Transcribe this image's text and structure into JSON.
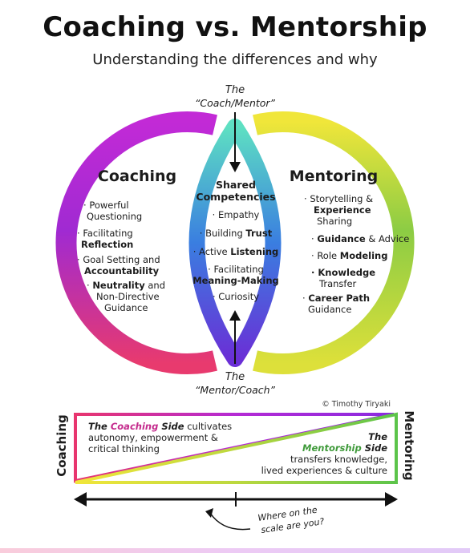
{
  "title": "Coaching vs. Mentorship",
  "subtitle": "Understanding the differences and why",
  "top_label": {
    "line1": "The",
    "line2": "“Coach/Mentor”"
  },
  "bottom_label": {
    "line1": "The",
    "line2": "“Mentor/Coach”"
  },
  "coaching": {
    "heading": "Coaching",
    "items": {
      "i1a": "Powerful",
      "i1b": "Questioning",
      "i2a": "Facilitating",
      "i2b": "Reflection",
      "i3a": "Goal Setting and",
      "i3b": "Accountability",
      "i4a1": "Neutrality",
      "i4a2": " and",
      "i4b": "Non-Directive",
      "i4c": "Guidance"
    }
  },
  "shared": {
    "heading_line1": "Shared",
    "heading_line2": "Competencies",
    "items": {
      "s1": "Empathy",
      "s2a": "Building ",
      "s2b": "Trust",
      "s3a": "Active ",
      "s3b": "Listening",
      "s4a": "Facilitating",
      "s4b": "Meaning-Making",
      "s5": "Curiosity"
    }
  },
  "mentoring": {
    "heading": "Mentoring",
    "items": {
      "m1a": "Storytelling &",
      "m1b": "Experience",
      "m1c": "Sharing",
      "m2a": "Guidance",
      "m2b": " & Advice",
      "m3a": "Role ",
      "m3b": "Modeling",
      "m4a": "Knowledge",
      "m4b": "Transfer",
      "m5a": "Career Path",
      "m5b": "Guidance"
    }
  },
  "credit": "© Timothy Tiryaki",
  "scale": {
    "left_label": "Coaching",
    "right_label": "Mentoring",
    "coaching_side": {
      "the": "The ",
      "emph": "Coaching",
      "side": " Side",
      "rest1": " cultivates",
      "line2": "autonomy, empowerment &",
      "line3": "critical thinking"
    },
    "mentorship_side": {
      "the": "The",
      "emph": "Mentorship",
      "side": " Side",
      "line3": "transfers knowledge,",
      "line4": "lived experiences & culture"
    },
    "question_line1": "Where on the",
    "question_line2": "scale are you?"
  },
  "colors": {
    "coaching_magenta": "#d6287a",
    "coaching_purple": "#9b2ad8",
    "mentoring_green": "#5dc44a",
    "mentoring_yellow": "#e8e23a",
    "shared_teal": "#4fd1c0",
    "shared_violet": "#6a2fd6",
    "coaching_side_text": "#c42a8c",
    "mentorship_side_text": "#3f9a3a"
  }
}
